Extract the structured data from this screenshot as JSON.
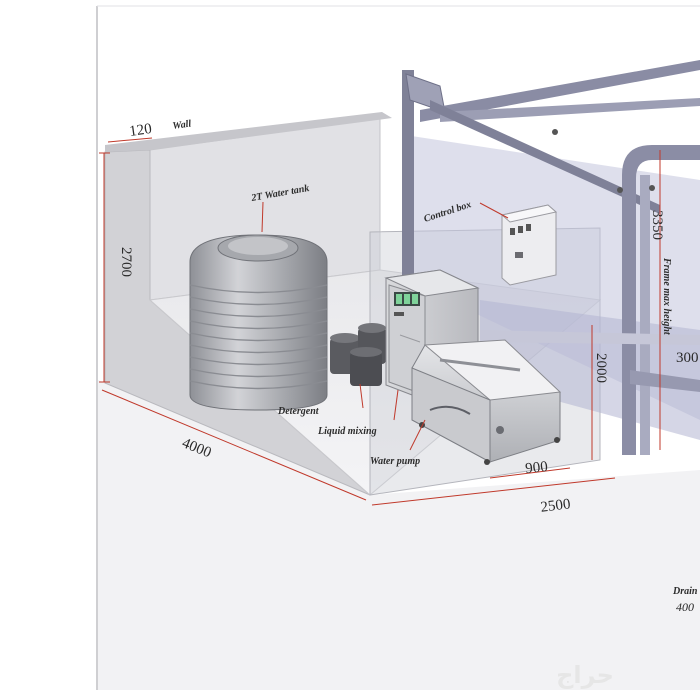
{
  "dimensions": {
    "wall_thickness": "120",
    "room_height": "2700",
    "room_depth": "4000",
    "room_width": "2500",
    "pump_width": "900",
    "station_height": "2000",
    "frame_height": "3350",
    "rail_offset": "300",
    "drain_distance": "400"
  },
  "labels": {
    "wall": "Wall",
    "water_tank": "2T Water tank",
    "control_box": "Control box",
    "frame_max_height": "Frame max height",
    "detergent": "Detergent",
    "liquid_mixing": "Liquid mixing",
    "water_pump": "Water pump",
    "drain": "Drain"
  },
  "watermark": "حراج",
  "colors": {
    "dimension_line": "#c0392b",
    "room_wall": "#c9c9cc",
    "frame": "#7d7f9a",
    "glass": "#b8bad6"
  }
}
